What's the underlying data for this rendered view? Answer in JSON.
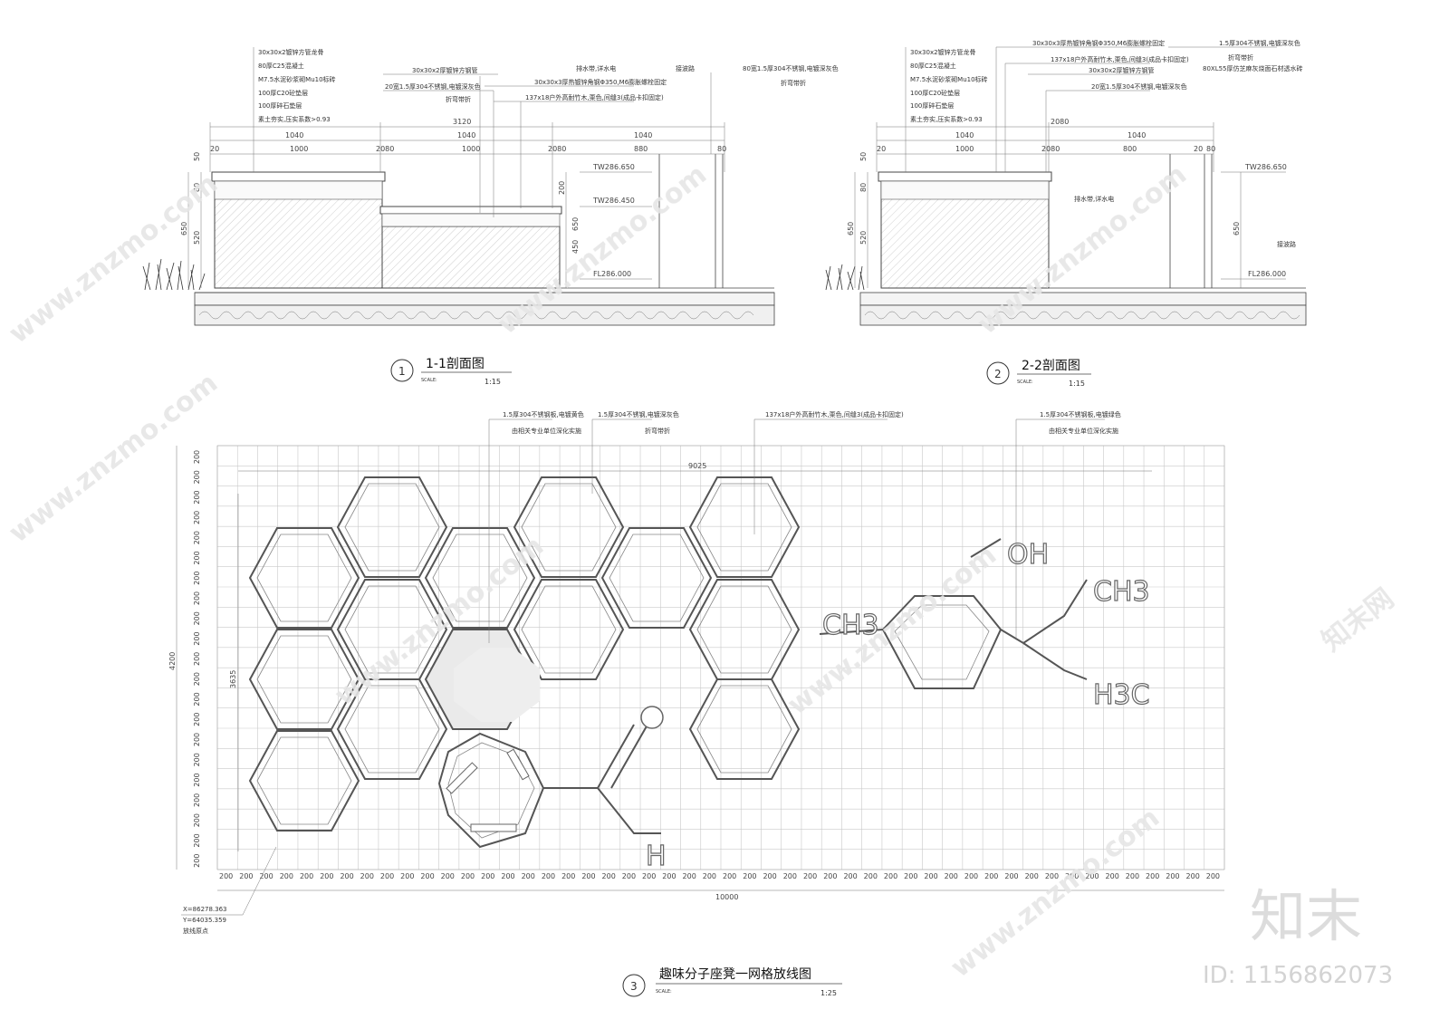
{
  "section1": {
    "title": "1-1剖面图",
    "number": "1",
    "scale_label": "SCALE:",
    "scale": "1:15",
    "notes_left": [
      "30x30x2镀锌方管龙骨",
      "80厚C25混凝土",
      "M7.5水泥砂浆砌Mu10标砖",
      "100厚C20砼垫层",
      "100厚碎石垫层",
      "素土夯实,压实系数>0.93"
    ],
    "notes_top": [
      "30x30x2厚镀锌方钢管",
      "20宽1.5厚304不锈钢,电镀深灰色",
      "折弯带折",
      "30x30x3厚热镀锌角钢Φ350,M6膨胀螺栓固定",
      "137x18户外高耐竹木,栗色,间缝3(成品卡扣固定)",
      "排水带,详水电",
      "接波路",
      "80宽1.5厚304不锈钢,电镀深灰色",
      "折弯带折"
    ],
    "dims": {
      "total": "3120",
      "seg": [
        "1040",
        "1040",
        "1040"
      ],
      "sub": [
        "20",
        "1000",
        "2080",
        "1000",
        "2080",
        "880",
        "80"
      ],
      "vert": [
        "650",
        "520",
        "80",
        "50",
        "200",
        "650",
        "450"
      ]
    },
    "levels": [
      "TW286.650",
      "TW286.450",
      "FL286.000"
    ]
  },
  "section2": {
    "title": "2-2剖面图",
    "number": "2",
    "scale_label": "SCALE:",
    "scale": "1:15",
    "notes_left": [
      "30x30x2镀锌方管龙骨",
      "80厚C25混凝土",
      "M7.5水泥砂浆砌Mu10标砖",
      "100厚C20砼垫层",
      "100厚碎石垫层",
      "素土夯实,压实系数>0.93"
    ],
    "notes_top": [
      "30x30x3厚热镀锌角钢Φ350,M6膨胀螺栓固定",
      "137x18户外高耐竹木,栗色,间缝3(成品卡扣固定)",
      "30x30x2厚镀锌方钢管",
      "20宽1.5厚304不锈钢,电镀深灰色",
      "1.5厚304不锈钢,电镀深灰色",
      "折弯带折",
      "80XL55厚仿芝麻灰烧面石材透水砖",
      "排水带,详水电",
      "接波路"
    ],
    "dims": {
      "total": "2080",
      "seg": [
        "1040",
        "1040"
      ],
      "sub": [
        "20",
        "1000",
        "2080",
        "800",
        "20",
        "80"
      ],
      "vert": [
        "650",
        "520",
        "80",
        "50",
        "650"
      ]
    },
    "levels": [
      "TW286.650",
      "FL286.000"
    ]
  },
  "plan": {
    "title": "趣味分子座凳一网格放线图",
    "number": "3",
    "scale_label": "SCALE:",
    "scale": "1:25",
    "notes": [
      "1.5厚304不锈钢板,电镀黄色",
      "由相关专业单位深化实施",
      "1.5厚304不锈钢,电镀深灰色",
      "折弯带折",
      "137x18户外高耐竹木,栗色,间缝3(成品卡扣固定)",
      "1.5厚304不锈钢板,电镀绿色",
      "由相关专业单位深化实施"
    ],
    "dim_total_h": "9025",
    "dim_total_bottom": "10000",
    "dim_left_total": "4200",
    "dim_left_inner": "3635",
    "grid_step": "200",
    "coord_x": "X=86278.363",
    "coord_y": "Y=64035.359",
    "coord_label": "放线原点",
    "chem_labels": [
      "OH",
      "CH3",
      "CH3",
      "H3C",
      "H"
    ]
  },
  "watermark": {
    "brand": "知末",
    "site": "www.znzmo.com",
    "site_cn": "知末网",
    "id": "ID: 1156862073"
  }
}
